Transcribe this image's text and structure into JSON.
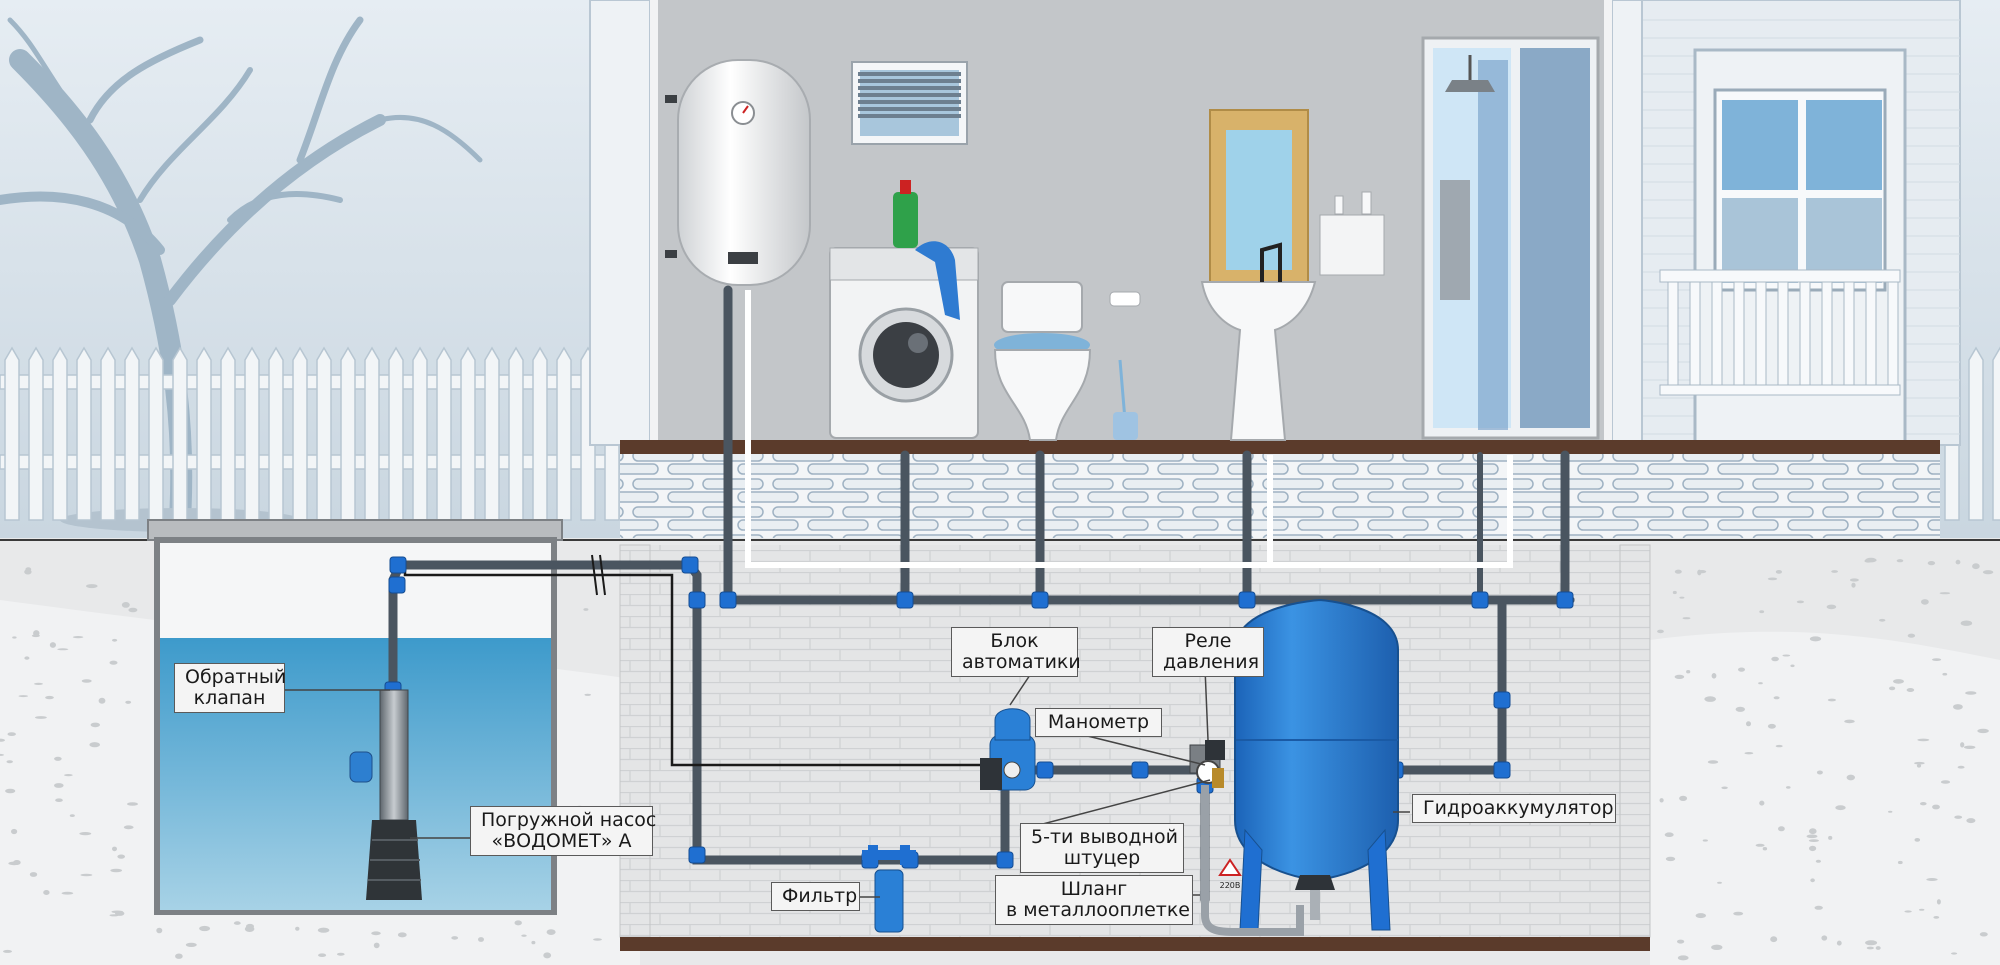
{
  "labels": {
    "check_valve": [
      "Обратный",
      "клапан"
    ],
    "pump": [
      "Погружной насос",
      "«ВОДОМЕТ» А"
    ],
    "filter": "Фильтр",
    "automation_block": [
      "Блок",
      "автоматики"
    ],
    "pressure_relay": [
      "Реле",
      "давления"
    ],
    "manometer": "Манометр",
    "five_way_fitting": [
      "5-ти выводной",
      "штуцер"
    ],
    "hose": [
      "Шланг",
      "в металлооплетке"
    ],
    "accumulator": "Гидроаккумулятор",
    "warning_voltage": "220В"
  },
  "colors": {
    "pipe": "#4a5560",
    "fitting": "#1f6fd1",
    "tank": "#2a7fd4",
    "water": "#4aa3cf",
    "room_wall": "#c5c8cb",
    "soil": "#e6e7e7",
    "basement_wall": "#dedfe0",
    "floor_slab": "#5a3a2a"
  }
}
